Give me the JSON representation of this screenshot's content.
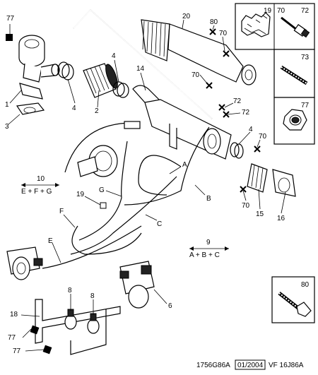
{
  "diagram": {
    "callouts": {
      "c1": "1",
      "c2": "2",
      "c3": "3",
      "c4a": "4",
      "c4b": "4",
      "c4c": "4",
      "c6": "6",
      "c8a": "8",
      "c8b": "8",
      "c10": "10",
      "c14": "14",
      "c15": "15",
      "c16": "16",
      "c18": "18",
      "c19": "19",
      "c20": "20",
      "c70a": "70",
      "c70b": "70",
      "c70c": "70",
      "c70d": "70",
      "c72a": "72",
      "c72b": "72",
      "c77a": "77",
      "c77b": "77",
      "c77c": "77",
      "c80": "80",
      "cA": "A",
      "cB": "B",
      "cC": "C",
      "cE": "E",
      "cF": "F",
      "cG": "G",
      "c9": "9"
    },
    "formulas": {
      "f10": "E + F + G",
      "f9": "A + B + C"
    },
    "inset_labels": {
      "i19": "19",
      "i70": "70",
      "i72": "72",
      "i73": "73",
      "i77": "77",
      "i80": "80"
    },
    "footer": {
      "ref": "1756G86A",
      "date": "01/2004",
      "vf": "VF 16J86A"
    }
  }
}
